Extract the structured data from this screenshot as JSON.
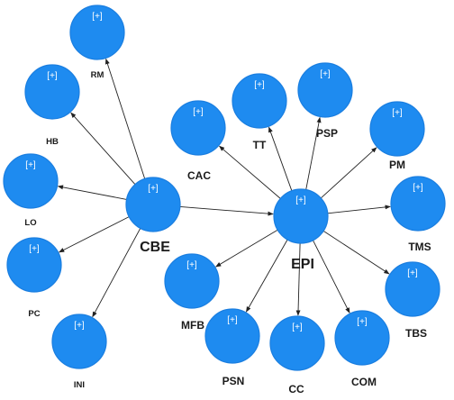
{
  "colors": {
    "node_fill": "#1e8bf0",
    "node_stroke": "#1a7ee0",
    "edge": "#222222",
    "label": "#1a1a1a"
  },
  "node_marker": "[+]",
  "nodes": [
    {
      "id": "rm",
      "label": "RM"
    },
    {
      "id": "hb",
      "label": "HB"
    },
    {
      "id": "lo",
      "label": "LO"
    },
    {
      "id": "pc",
      "label": "PC"
    },
    {
      "id": "ini",
      "label": "INI"
    },
    {
      "id": "cbe",
      "label": "CBE"
    },
    {
      "id": "cac",
      "label": "CAC"
    },
    {
      "id": "tt",
      "label": "TT"
    },
    {
      "id": "psp",
      "label": "PSP"
    },
    {
      "id": "pm",
      "label": "PM"
    },
    {
      "id": "tms",
      "label": "TMS"
    },
    {
      "id": "tbs",
      "label": "TBS"
    },
    {
      "id": "com",
      "label": "COM"
    },
    {
      "id": "cc",
      "label": "CC"
    },
    {
      "id": "psn",
      "label": "PSN"
    },
    {
      "id": "mfb",
      "label": "MFB"
    },
    {
      "id": "epi",
      "label": "EPI"
    }
  ],
  "edges": [
    {
      "from": "cbe",
      "to": "rm"
    },
    {
      "from": "cbe",
      "to": "hb"
    },
    {
      "from": "cbe",
      "to": "lo"
    },
    {
      "from": "cbe",
      "to": "pc"
    },
    {
      "from": "cbe",
      "to": "ini"
    },
    {
      "from": "cbe",
      "to": "epi"
    },
    {
      "from": "epi",
      "to": "cac"
    },
    {
      "from": "epi",
      "to": "tt"
    },
    {
      "from": "epi",
      "to": "psp"
    },
    {
      "from": "epi",
      "to": "pm"
    },
    {
      "from": "epi",
      "to": "tms"
    },
    {
      "from": "epi",
      "to": "tbs"
    },
    {
      "from": "epi",
      "to": "com"
    },
    {
      "from": "epi",
      "to": "cc"
    },
    {
      "from": "epi",
      "to": "psn"
    },
    {
      "from": "epi",
      "to": "mfb"
    }
  ]
}
